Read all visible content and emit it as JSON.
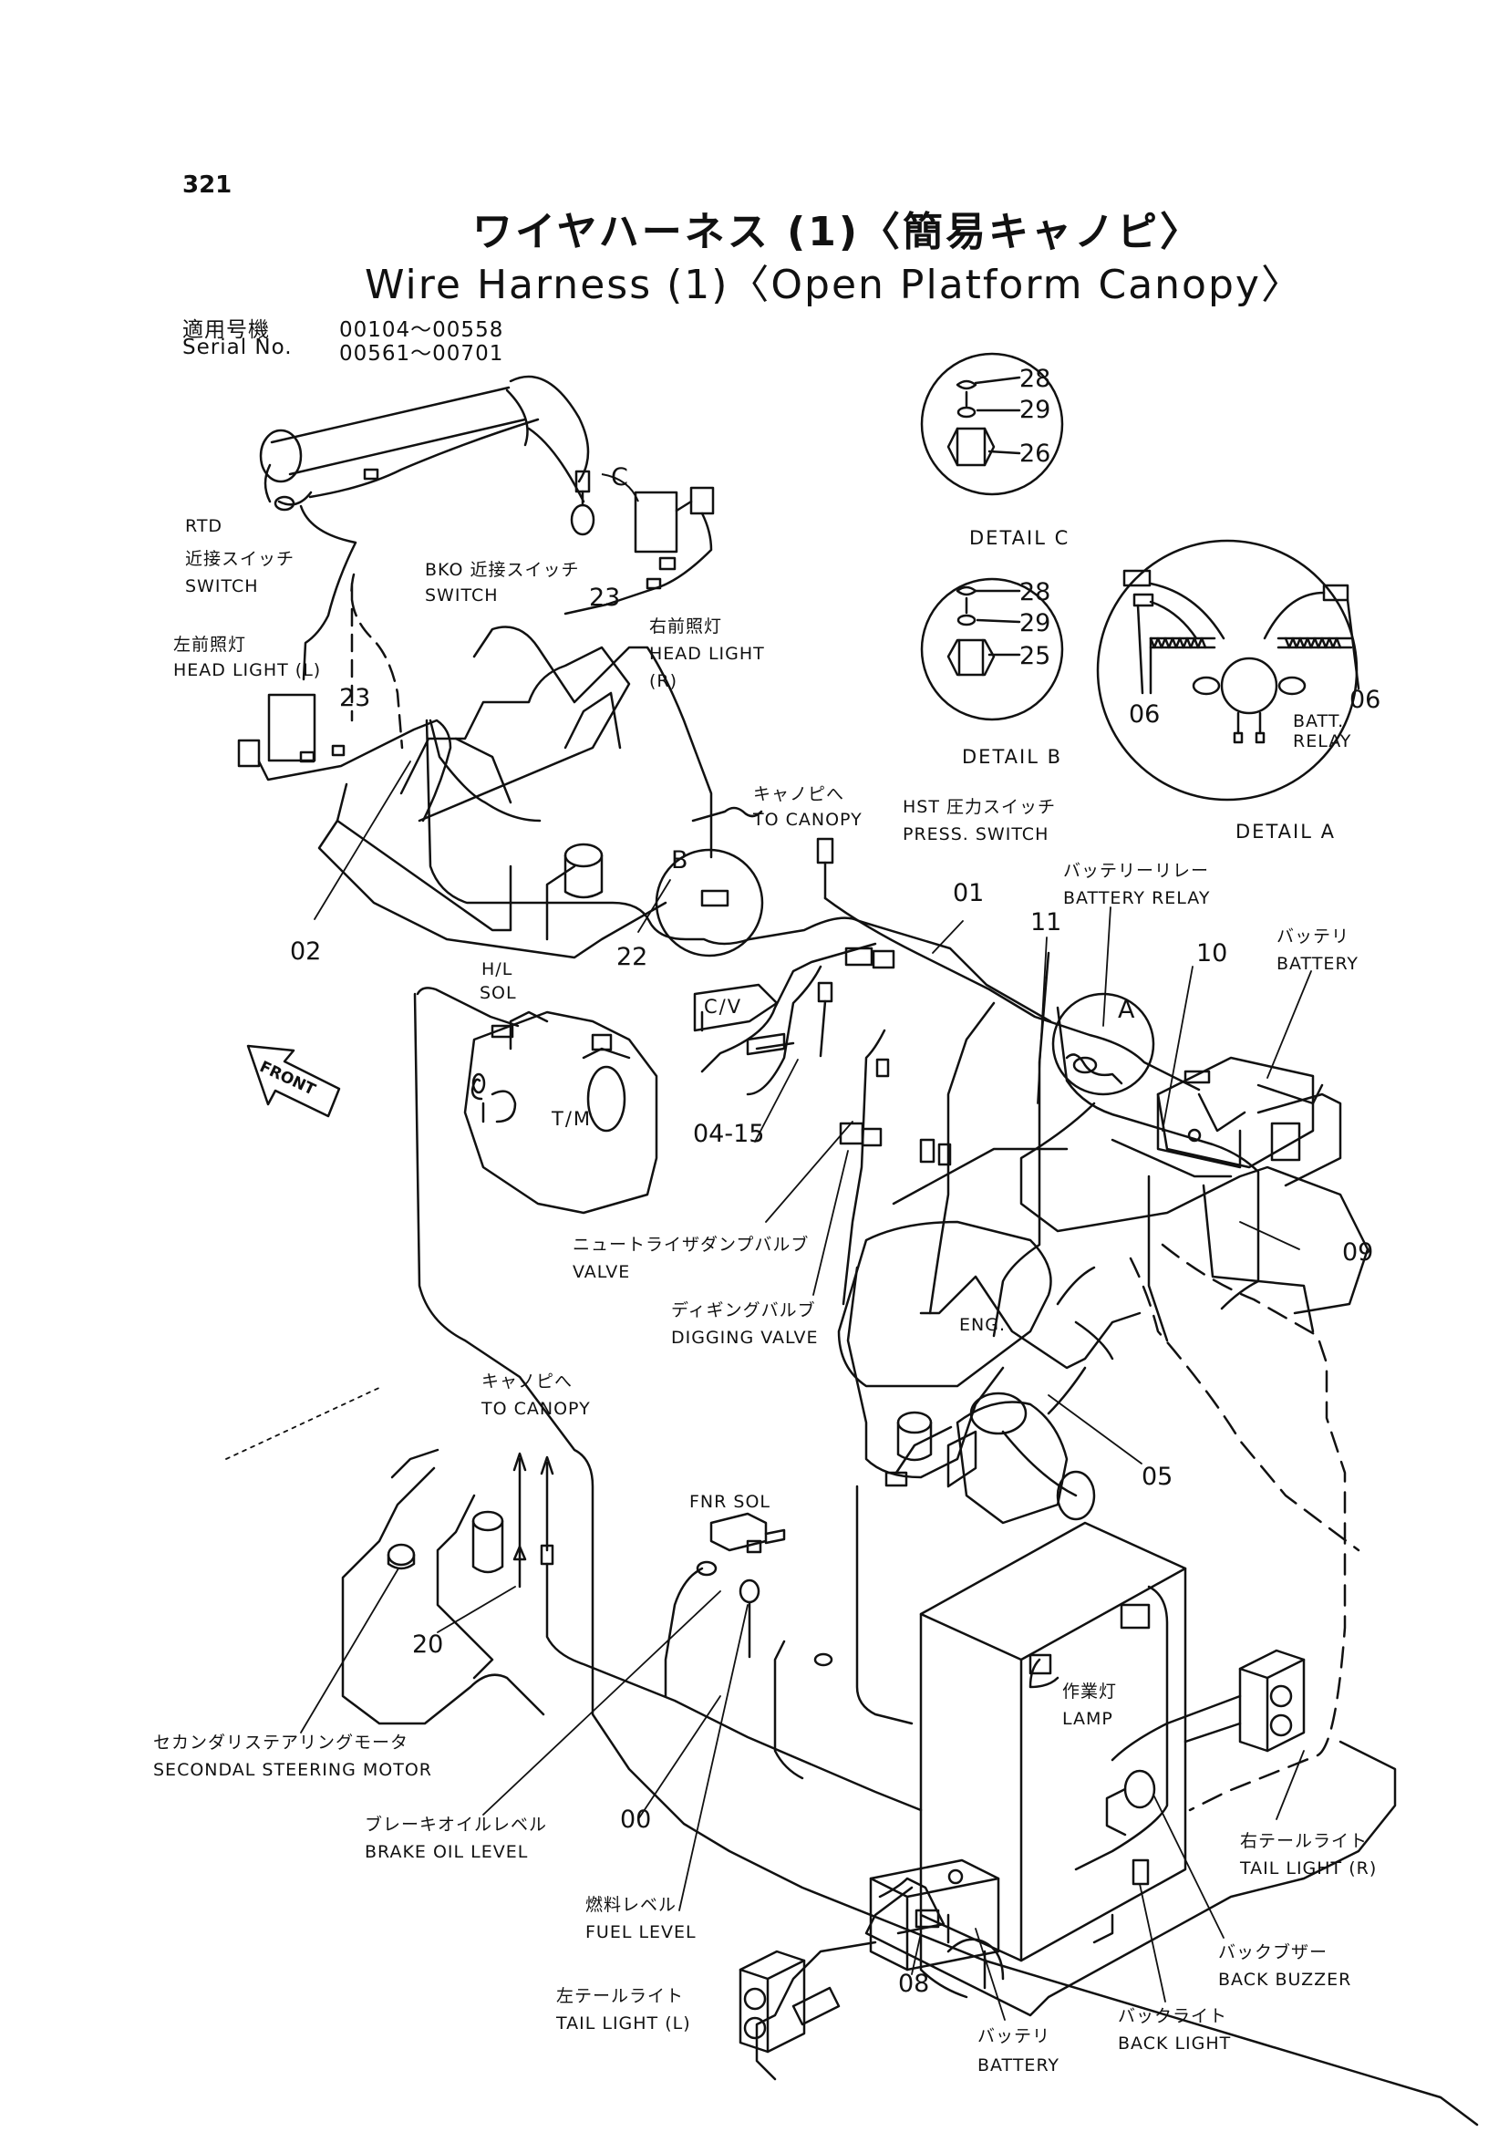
{
  "header": {
    "page_number": "321",
    "title_jp": "ワイヤハーネス (1)〈簡易キャノピ〉",
    "title_en": "Wire Harness (1)〈Open Platform Canopy〉",
    "applicable_label_jp": "適用号機",
    "applicable_value_jp": "00104～00558",
    "serial_label": "Serial No.",
    "serial_value": "00561～00701"
  },
  "details": {
    "detail_c": "DETAIL C",
    "detail_b": "DETAIL B",
    "detail_a": "DETAIL A",
    "batt_relay_1": "BATT.",
    "batt_relay_2": "RELAY",
    "c_28": "28",
    "c_29": "29",
    "c_26": "26",
    "b_28": "28",
    "b_29": "29",
    "b_25": "25",
    "a_06_left": "06",
    "a_06_right": "06"
  },
  "labels": {
    "rtd_1": "RTD",
    "rtd_2": "近接スイッチ",
    "rtd_3": "SWITCH",
    "bko_1": "BKO 近接スイッチ",
    "bko_2": "SWITCH",
    "hl_l_jp": "左前照灯",
    "hl_l_en": "HEAD LIGHT (L)",
    "hl_r_jp": "右前照灯",
    "hl_r_en1": "HEAD LIGHT",
    "hl_r_en2": "(R)",
    "to_canopy_top_jp": "キャノピへ",
    "to_canopy_top_en": "TO CANOPY",
    "hst_jp": "HST 圧力スイッチ",
    "hst_en": "PRESS. SWITCH",
    "batt_relay_jp": "バッテリーリレー",
    "batt_relay_en": "BATTERY RELAY",
    "battery_top_jp": "バッテリ",
    "battery_top_en": "BATTERY",
    "hl_sol_1": "H/L",
    "hl_sol_2": "SOL",
    "front": "FRONT",
    "cv": "C/V",
    "tm": "T/M",
    "eng": "ENG.",
    "neutral_jp": "ニュートライザダンプバルブ",
    "neutral_en": "VALVE",
    "digging_jp": "ディギングバルブ",
    "digging_en": "DIGGING VALVE",
    "to_canopy_bot_jp": "キャノピへ",
    "to_canopy_bot_en": "TO CANOPY",
    "fnr": "FNR SOL",
    "lamp_jp": "作業灯",
    "lamp_en": "LAMP",
    "second_jp": "セカンダリステアリングモータ",
    "second_en": "SECONDAL STEERING MOTOR",
    "brake_jp": "ブレーキオイルレベル",
    "brake_en": "BRAKE OIL LEVEL",
    "fuel_jp": "燃料レベル",
    "fuel_en": "FUEL LEVEL",
    "tail_l_jp": "左テールライト",
    "tail_l_en": "TAIL LIGHT (L)",
    "tail_r_jp": "右テールライト",
    "tail_r_en": "TAIL LIGHT (R)",
    "back_buzzer_jp": "バックブザー",
    "back_buzzer_en": "BACK BUZZER",
    "back_light_jp": "バックライト",
    "back_light_en": "BACK LIGHT",
    "battery_bot_jp": "バッテリ",
    "battery_bot_en": "BATTERY"
  },
  "callouts": {
    "n23a": "23",
    "n23b": "23",
    "n02": "02",
    "n22": "22",
    "n01": "01",
    "n11": "11",
    "n10": "10",
    "nA": "A",
    "nB": "B",
    "nC": "C",
    "n04_15": "04-15",
    "n09": "09",
    "n05": "05",
    "n20": "20",
    "n00": "00",
    "n08": "08"
  }
}
